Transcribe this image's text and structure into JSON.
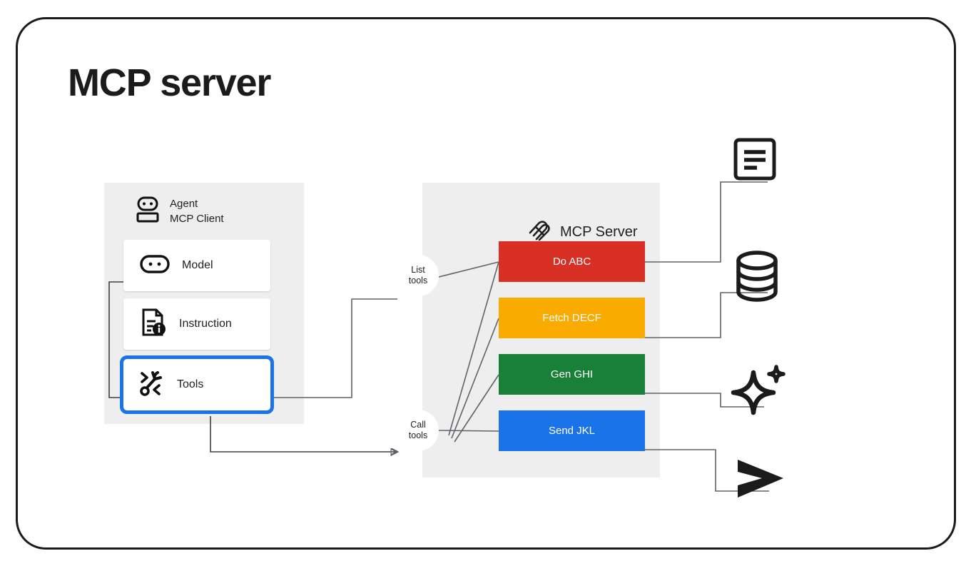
{
  "page": {
    "title": "MCP server",
    "background": "#ffffff",
    "frame_border_color": "#1b1b1b"
  },
  "agent_panel": {
    "header": {
      "icon": "robot-icon",
      "line1": "Agent",
      "line2": "MCP Client"
    },
    "cards": [
      {
        "id": "model",
        "label": "Model",
        "icon": "model-capsule-icon",
        "highlighted": false
      },
      {
        "id": "instruction",
        "label": "Instruction",
        "icon": "document-info-icon",
        "highlighted": false
      },
      {
        "id": "tools",
        "label": "Tools",
        "icon": "tools-wrench-code-icon",
        "highlighted": true,
        "highlight_color": "#1a73e8"
      }
    ]
  },
  "hubs": [
    {
      "id": "list-tools",
      "line1": "List",
      "line2": "tools"
    },
    {
      "id": "call-tools",
      "line1": "Call",
      "line2": "tools"
    }
  ],
  "server_panel": {
    "header": {
      "icon": "mcp-logo-icon",
      "label": "MCP Server"
    },
    "tools": [
      {
        "label": "Do ABC",
        "color": "#d93025",
        "target_icon": "document-lines-icon"
      },
      {
        "label": "Fetch DECF",
        "color": "#f9ab00",
        "target_icon": "database-icon"
      },
      {
        "label": "Gen GHI",
        "color": "#188038",
        "target_icon": "sparkle-icon"
      },
      {
        "label": "Send JKL",
        "color": "#1a73e8",
        "target_icon": "send-arrow-icon"
      }
    ]
  },
  "external_icons": [
    {
      "id": "document-lines-icon",
      "name": "document-lines-icon"
    },
    {
      "id": "database-icon",
      "name": "database-icon"
    },
    {
      "id": "sparkle-icon",
      "name": "sparkle-icon"
    },
    {
      "id": "send-arrow-icon",
      "name": "send-arrow-icon"
    }
  ],
  "colors": {
    "panel_grey": "#eeeeee",
    "accent_blue": "#1a73e8",
    "wire": "#5f6368",
    "text": "#1f1f1f"
  }
}
